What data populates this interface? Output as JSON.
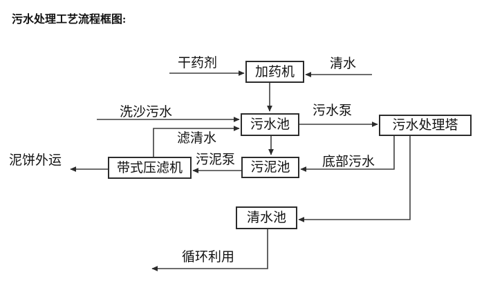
{
  "title": "污水处理工艺流程框图:",
  "colors": {
    "background": "#ffffff",
    "line": "#3d3d3d",
    "box_border": "#2b2b2b",
    "text": "#111111"
  },
  "nodes": {
    "dosing_machine": "加药机",
    "sewage_pool": "污水池",
    "treatment_tower": "污水处理塔",
    "sludge_pool": "污泥池",
    "belt_filter_press": "带式压滤机",
    "clear_water_pool": "清水池"
  },
  "edge_labels": {
    "dry_agent": "干药剂",
    "clean_water": "清水",
    "sand_washing_sewage": "洗沙污水",
    "filtered_water": "滤清水",
    "sewage_pump": "污水泵",
    "bottom_sewage": "底部污水",
    "sludge_pump": "污泥泵",
    "mud_cake_out": "泥饼外运",
    "recycle_use": "循环利用"
  },
  "flows": [
    {
      "from": "干药剂",
      "to": "加药机"
    },
    {
      "from": "清水",
      "to": "加药机"
    },
    {
      "from": "加药机",
      "to": "污水池"
    },
    {
      "from": "洗沙污水",
      "to": "污水池"
    },
    {
      "from": "带式压滤机",
      "to": "污水池",
      "label": "滤清水"
    },
    {
      "from": "污水池",
      "to": "污水处理塔",
      "label": "污水泵"
    },
    {
      "from": "污水池",
      "to": "污泥池"
    },
    {
      "from": "污水处理塔",
      "to": "污泥池",
      "label": "底部污水"
    },
    {
      "from": "污泥池",
      "to": "带式压滤机",
      "label": "污泥泵"
    },
    {
      "from": "带式压滤机",
      "to": "泥饼外运"
    },
    {
      "from": "污水处理塔",
      "to": "清水池"
    },
    {
      "from": "清水池",
      "to": "循环利用"
    }
  ]
}
